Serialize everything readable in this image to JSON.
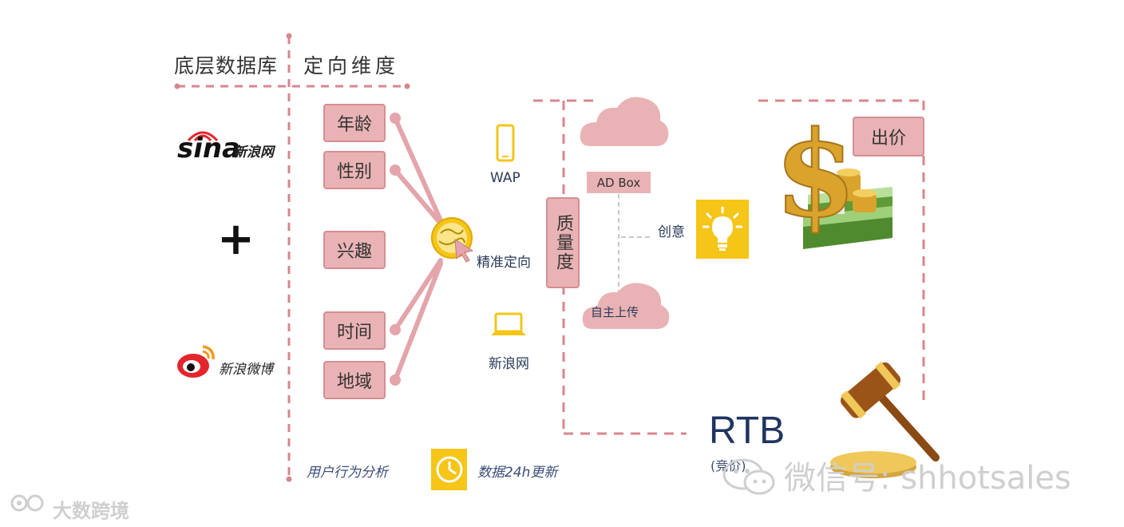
{
  "headers": {
    "left": "底层数据库",
    "right": "定向维度"
  },
  "sources": {
    "sina_logo": "sina",
    "sina_name": "新浪网",
    "plus": "+",
    "weibo_name": "新浪微博"
  },
  "dimensions": [
    "年龄",
    "性别",
    "兴趣",
    "时间",
    "地域"
  ],
  "targeting": {
    "label": "精准定向",
    "wap_label": "WAP",
    "pc_label": "新浪网"
  },
  "quality": "质量度",
  "ad": {
    "box_label": "AD Box",
    "creative_label": "创意",
    "upload_label": "自主上传"
  },
  "bid": {
    "label": "出价"
  },
  "rtb": {
    "label": "RTB",
    "sub": "(竞价)"
  },
  "bottom": {
    "behavior": "用户行为分析",
    "update": "数据24h更新"
  },
  "watermarks": {
    "wechat": "微信号: shhotsales",
    "brand": "大数跨境"
  },
  "icons": [
    "mobile-phone-icon",
    "globe-target-icon",
    "laptop-icon",
    "lightbulb-icon",
    "cloud-icon",
    "dollar-money-icon",
    "gavel-icon",
    "clock-icon",
    "weibo-eye-icon",
    "wechat-icon",
    "brand-logo-icon"
  ],
  "colors": {
    "pink_fill": "#e9b3b5",
    "pink_line": "#d8868d",
    "yellow": "#f5c518",
    "navy": "#1f3560"
  }
}
